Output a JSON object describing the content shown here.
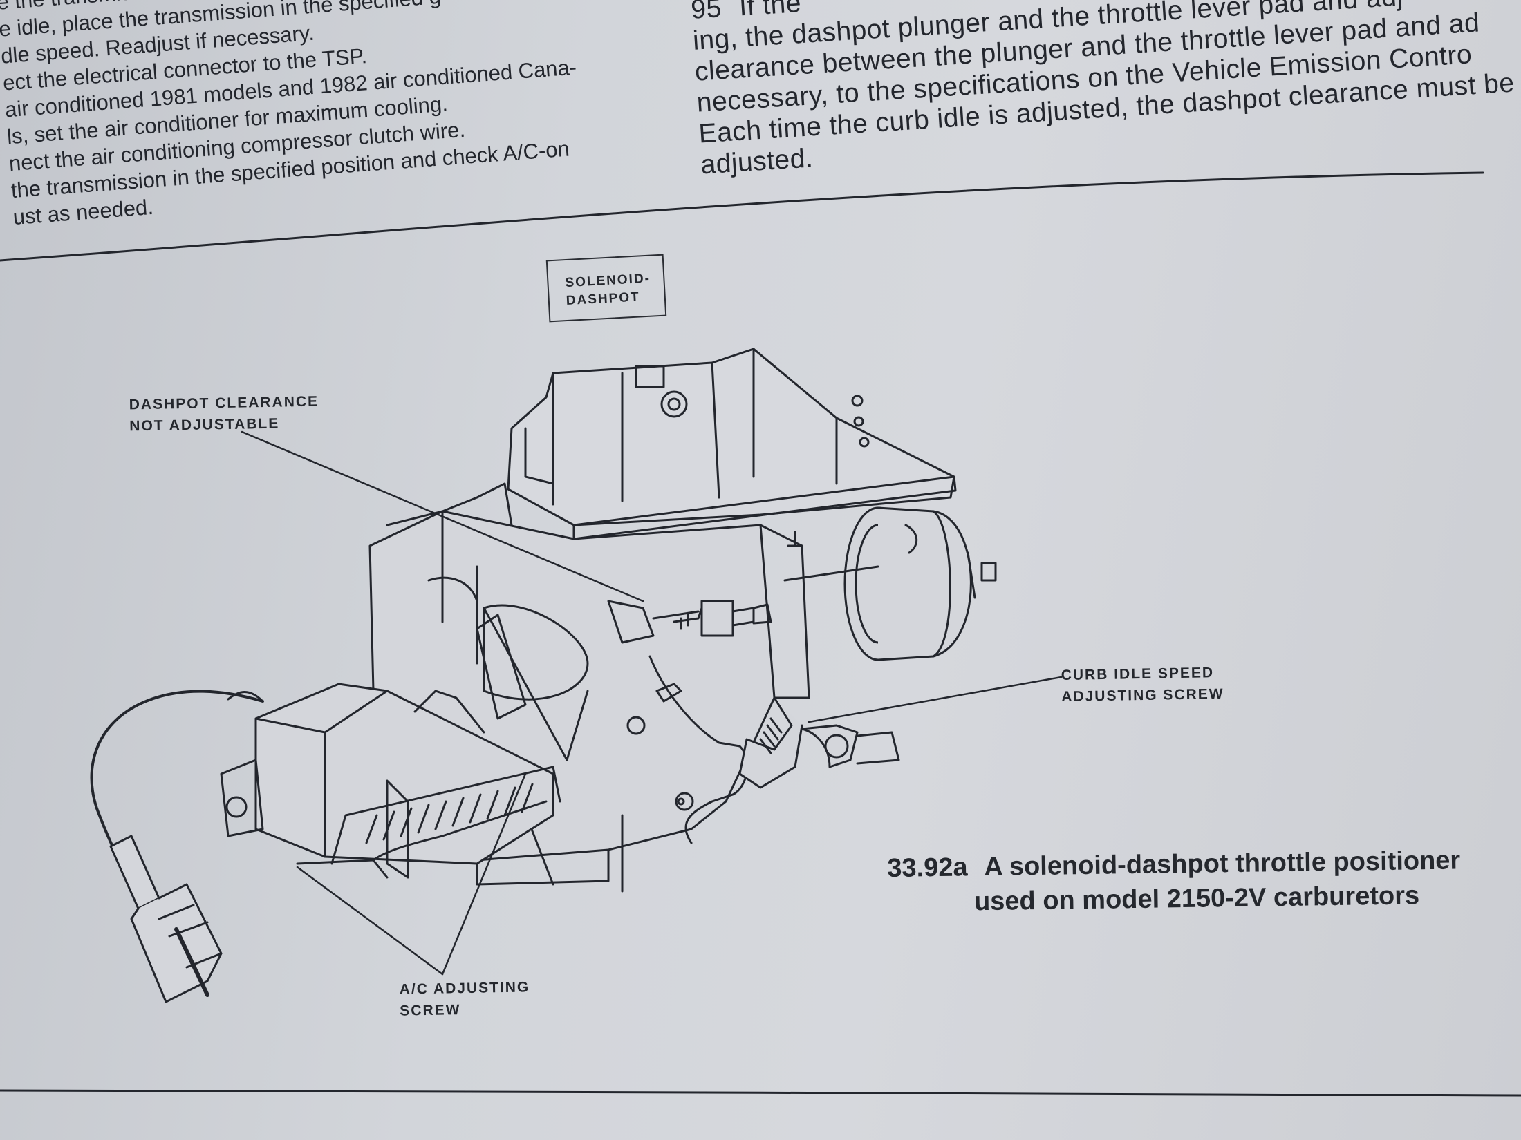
{
  "left_column": {
    "lines": [
      "e the transmission in Park or N",
      "e idle, place the transmission in the specified g",
      "dle speed. Readjust if necessary.",
      "ect the electrical connector to the TSP.",
      " air conditioned 1981 models and 1982 air conditioned Cana-",
      "ls, set the air conditioner for maximum cooling.",
      "nect the air conditioning compressor clutch wire.",
      "the transmission in the specified position and check A/C-on",
      "ust as needed."
    ]
  },
  "right_column": {
    "step_number": "95",
    "first_line": "If the",
    "lines": [
      "ing, the dashpot plunger and the throttle lever pad and adj",
      "clearance between the plunger and the throttle lever pad and ad",
      "necessary, to the specifications on the Vehicle Emission Contro",
      "Each time the curb idle is adjusted, the dashpot clearance must be",
      "adjusted."
    ]
  },
  "figure": {
    "callouts": {
      "solenoid_dashpot": "SOLENOID-\nDASHPOT",
      "dashpot_clearance": "DASHPOT CLEARANCE\nNOT ADJUSTABLE",
      "curb_idle": "CURB IDLE SPEED\nADJUSTING SCREW",
      "ac_adjusting": "A/C ADJUSTING\nSCREW"
    },
    "caption": {
      "number": "33.92a",
      "line1": "A solenoid-dashpot throttle positioner",
      "line2": "used on model 2150-2V carburetors"
    }
  },
  "colors": {
    "paper": "#d2d5da",
    "ink": "#23262d"
  }
}
